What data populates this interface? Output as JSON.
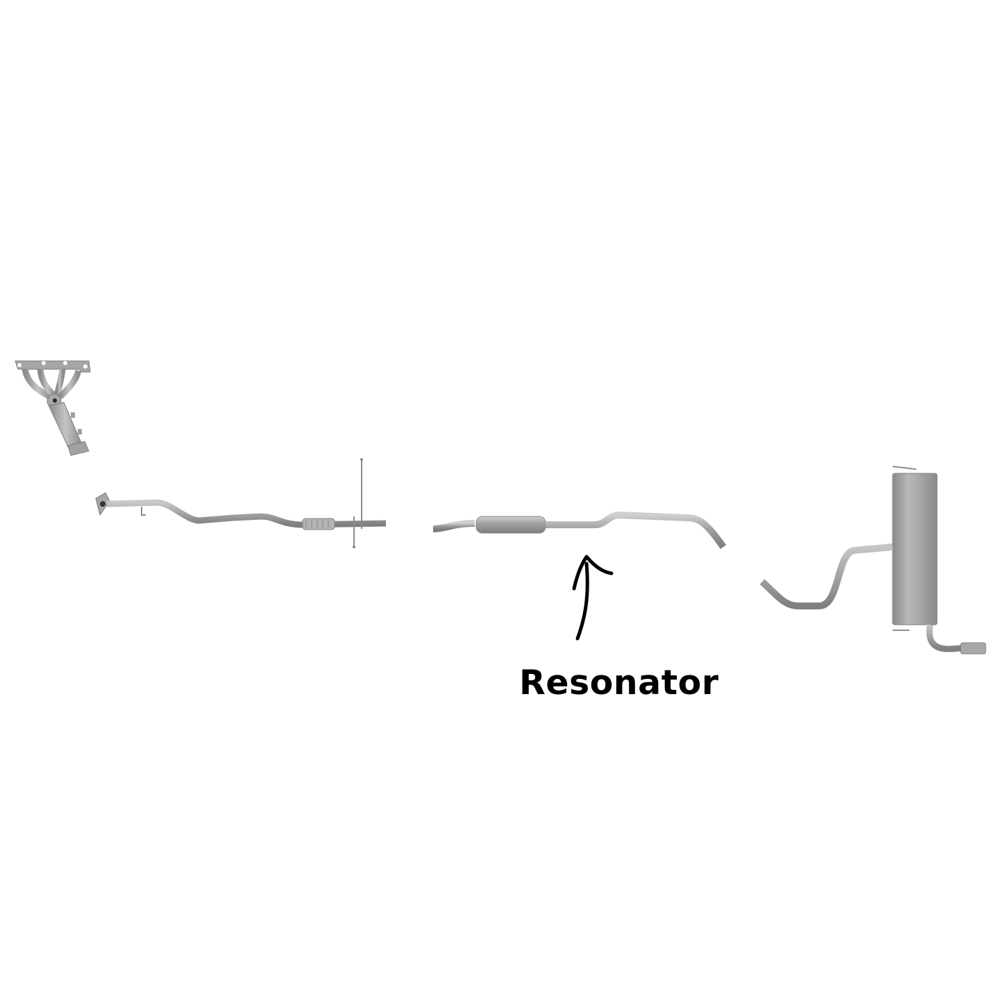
{
  "diagram": {
    "subject": "Exhaust system components",
    "background": "#ffffff",
    "metal_color": "#9a9a9a",
    "components": [
      {
        "id": "exhaust-manifold-catalytic-converter",
        "label": ""
      },
      {
        "id": "front-pipe-with-flex-section",
        "label": ""
      },
      {
        "id": "middle-pipe-resonator",
        "label": "Resonator"
      },
      {
        "id": "rear-muffler-with-tailpipe",
        "label": ""
      }
    ],
    "callout": {
      "text": "Resonator",
      "arrow": "hand-drawn-arrow-up",
      "color": "#000000"
    }
  }
}
